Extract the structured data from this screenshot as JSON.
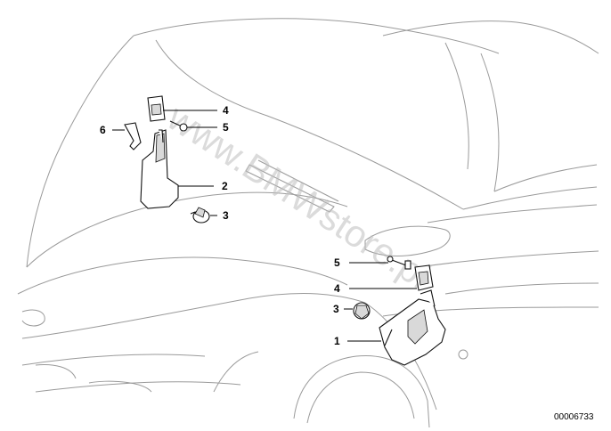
{
  "callouts": {
    "upper": {
      "label_4": "4",
      "label_5": "5",
      "label_6": "6",
      "label_2": "2",
      "label_3": "3"
    },
    "lower": {
      "label_5": "5",
      "label_4": "4",
      "label_3": "3",
      "label_1": "1"
    }
  },
  "watermark": "www.BMWstore.pl",
  "reference_number": "00006733"
}
